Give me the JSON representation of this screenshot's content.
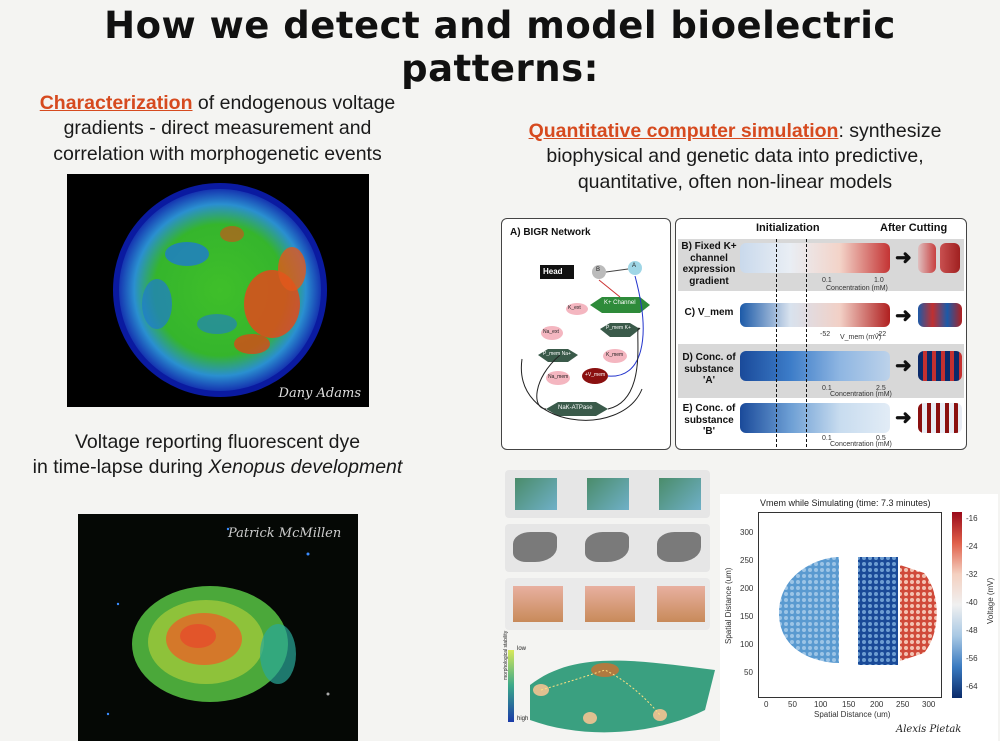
{
  "title": "How we detect and model bioelectric patterns:",
  "left": {
    "heading_link": "Characterization",
    "heading_rest": " of endogenous voltage",
    "heading_line2": "gradients - direct measurement and",
    "heading_line3": "correlation with morphogenetic events",
    "image1_credit": "Dany Adams",
    "caption_line1": "Voltage reporting fluorescent dye",
    "caption_line2_a": "in time-lapse during ",
    "caption_line2_b": "Xenopus development",
    "image2_credit": "Patrick McMillen"
  },
  "right": {
    "heading_link": "Quantitative computer simulation",
    "heading_rest": ": synthesize",
    "heading_line2": "biophysical and genetic data into predictive,",
    "heading_line3": "quantitative, often non-linear models",
    "network": {
      "title": "A) BIGR Network",
      "nodes": [
        "Head",
        "B",
        "A",
        "K+ Channel",
        "K_ext",
        "Na_ext",
        "P_mem Na+",
        "P_mem K+",
        "K_mem",
        "Na_mem",
        "+V_mem",
        "NaK-ATPase"
      ]
    },
    "sim": {
      "col_init": "Initialization",
      "col_cut": "After Cutting",
      "rows": [
        {
          "label": "B) Fixed K+ channel expression gradient",
          "scale": "Concentration (mM)",
          "lo": "0.1",
          "hi": "1.0"
        },
        {
          "label": "C) V_mem",
          "scale": "V_mem (mV)",
          "lo": "-52",
          "hi": "-22"
        },
        {
          "label": "D) Conc. of substance 'A'",
          "scale": "Concentration (mM)",
          "lo": "0.1",
          "hi": "2.5"
        },
        {
          "label": "E) Conc. of substance 'B'",
          "scale": "Concentration (mM)",
          "lo": "0.1",
          "hi": "0.5"
        }
      ]
    },
    "plot": {
      "title": "Vmem while Simulating (time: 7.3 minutes)",
      "xlabel": "Spatial Distance (um)",
      "ylabel": "Spatial Distance (um)",
      "xticks": [
        "0",
        "50",
        "100",
        "150",
        "200",
        "250",
        "300"
      ],
      "yticks": [
        "300",
        "250",
        "200",
        "150",
        "100",
        "50"
      ],
      "cbar_label": "Voltage (mV)",
      "cbar_ticks": [
        "-16",
        "-24",
        "-32",
        "-40",
        "-48",
        "-56",
        "-64"
      ],
      "credit": "Alexis Pietak"
    },
    "landscape": {
      "top": "low",
      "bottom": "high",
      "axis": "morphological stability"
    }
  }
}
